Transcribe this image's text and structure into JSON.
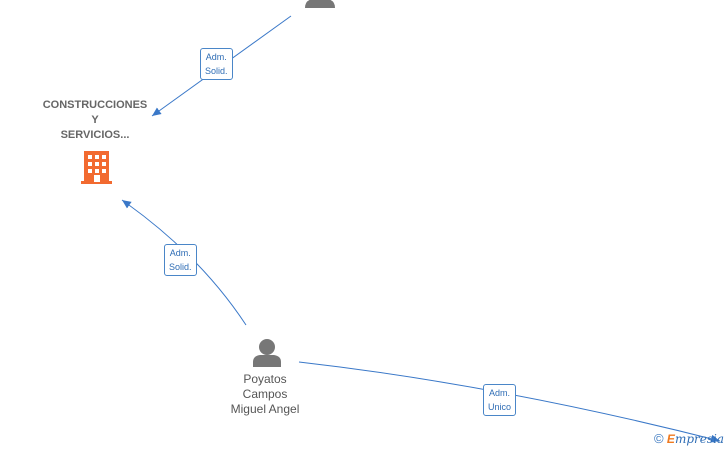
{
  "colors": {
    "edge": "#3a78c8",
    "company_icon": "#f26a30",
    "person_icon": "#777777"
  },
  "nodes": {
    "company": {
      "name_lines": [
        "CONSTRUCCIONES",
        "Y",
        "SERVICIOS..."
      ],
      "icon": "building-icon"
    },
    "person_top": {
      "icon": "person-icon"
    },
    "person_main": {
      "name_lines": [
        "Poyatos",
        "Campos",
        "Miguel Angel"
      ],
      "icon": "person-icon"
    }
  },
  "edges": [
    {
      "from": "person_top",
      "to": "company",
      "label_lines": [
        "Adm.",
        "Solid."
      ]
    },
    {
      "from": "person_main",
      "to": "company",
      "label_lines": [
        "Adm.",
        "Solid."
      ]
    },
    {
      "from": "person_main",
      "to": "offscreen_company",
      "label_lines": [
        "Adm.",
        "Unico"
      ]
    }
  ],
  "watermark": {
    "copyright": "©",
    "brand_initial": "E",
    "brand_rest": "mpresia"
  }
}
